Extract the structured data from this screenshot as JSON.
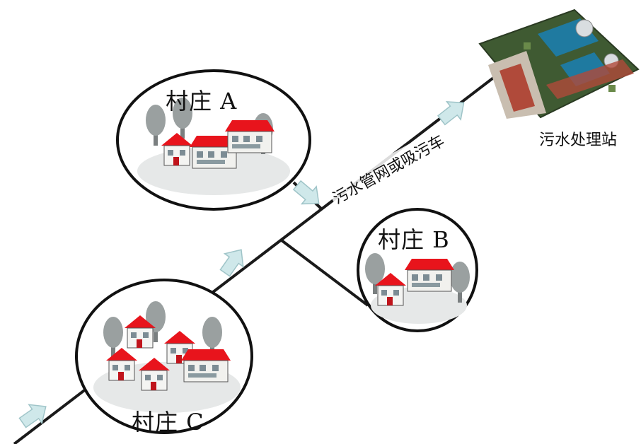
{
  "villages": {
    "a": {
      "label": "村庄 A"
    },
    "b": {
      "label": "村庄 B"
    },
    "c": {
      "label": "村庄 C"
    }
  },
  "pipe": {
    "label": "污水管网或吸污车"
  },
  "station": {
    "label": "污水处理站"
  },
  "colors": {
    "roof": "#e8141c",
    "wall": "#f4f4f2",
    "tree": "#9aa0a0",
    "arrow": "#cfe8ea",
    "line": "#1a1a1a"
  }
}
